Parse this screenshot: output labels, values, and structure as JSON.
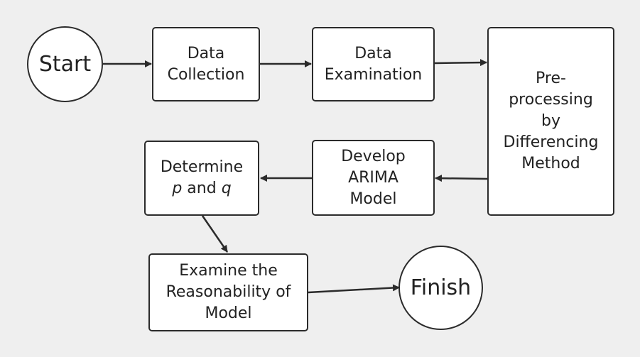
{
  "diagram": {
    "start": "Start",
    "data_collection": [
      "Data",
      "Collection"
    ],
    "data_examination": [
      "Data",
      "Examination"
    ],
    "preprocessing": [
      "Pre-",
      "processing",
      "by",
      "Differencing",
      "Method"
    ],
    "develop_arima": [
      "Develop",
      "ARIMA",
      "Model"
    ],
    "determine": {
      "line1": "Determine",
      "var_p": "p",
      "conj": "and",
      "var_q": "q"
    },
    "examine": [
      "Examine the",
      "Reasonability of",
      "Model"
    ],
    "finish": "Finish"
  },
  "colors": {
    "background": "#efefef",
    "node_fill": "#ffffff",
    "stroke": "#2b2b2b",
    "text": "#222222"
  }
}
